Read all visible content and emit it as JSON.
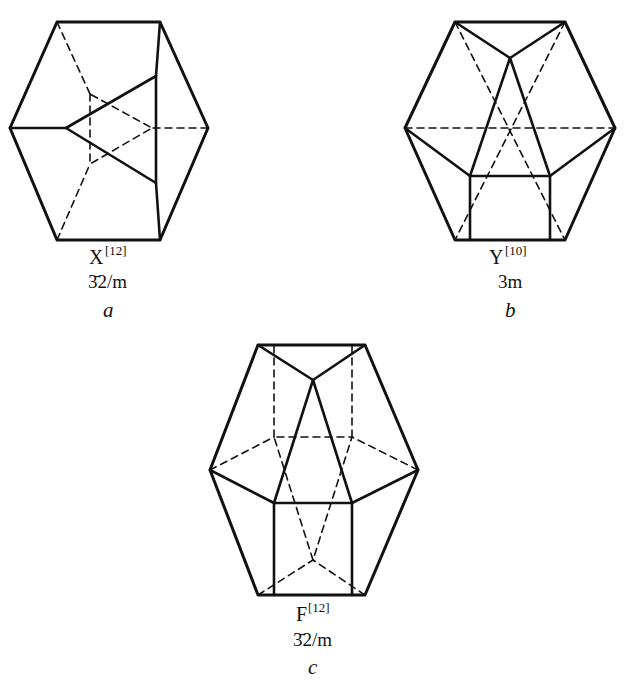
{
  "diagram": {
    "labels": [
      "X",
      "[12]",
      "3̄2/m",
      "a",
      "Y",
      "[10]",
      "3m",
      "b",
      "F",
      "[12]",
      "3̄2/m",
      "c"
    ]
  }
}
